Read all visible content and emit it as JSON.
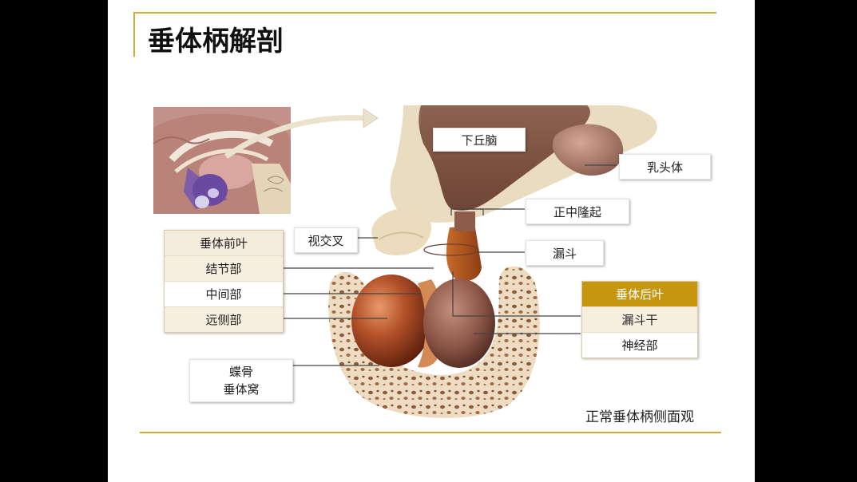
{
  "title": "垂体柄解剖",
  "caption": "正常垂体柄侧面观",
  "labels": {
    "hypothalamus": "下丘脑",
    "mammillary": "乳头体",
    "median_eminence": "正中隆起",
    "optic_chiasm": "视交叉",
    "infundibulum": "漏斗",
    "sella_line1": "蝶骨",
    "sella_line2": "垂体窝"
  },
  "anterior_lobe": {
    "header": "垂体前叶",
    "parts": [
      "结节部",
      "中间部",
      "远侧部"
    ]
  },
  "posterior_lobe": {
    "header": "垂体后叶",
    "parts": [
      "漏斗干",
      "神经部"
    ]
  },
  "colors": {
    "accent": "#d4a93a",
    "posterior_header": "#c6960f"
  }
}
